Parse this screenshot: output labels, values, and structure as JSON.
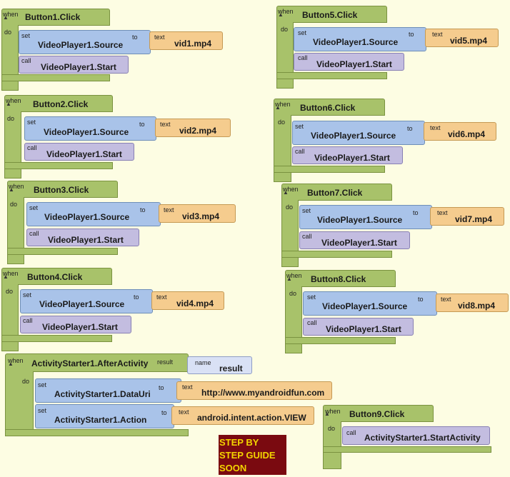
{
  "labels": {
    "when": "when",
    "do": "do",
    "set": "set",
    "to": "to",
    "call": "call",
    "text": "text",
    "name": "name",
    "result": "result"
  },
  "events": [
    {
      "name": "Button1.Click",
      "source": "VideoPlayer1.Source",
      "value": "vid1.mp4",
      "start": "VideoPlayer1.Start"
    },
    {
      "name": "Button2.Click",
      "source": "VideoPlayer1.Source",
      "value": "vid2.mp4",
      "start": "VideoPlayer1.Start"
    },
    {
      "name": "Button3.Click",
      "source": "VideoPlayer1.Source",
      "value": "vid3.mp4",
      "start": "VideoPlayer1.Start"
    },
    {
      "name": "Button4.Click",
      "source": "VideoPlayer1.Source",
      "value": "vid4.mp4",
      "start": "VideoPlayer1.Start"
    },
    {
      "name": "Button5.Click",
      "source": "VideoPlayer1.Source",
      "value": "vid5.mp4",
      "start": "VideoPlayer1.Start"
    },
    {
      "name": "Button6.Click",
      "source": "VideoPlayer1.Source",
      "value": "vid6.mp4",
      "start": "VideoPlayer1.Start"
    },
    {
      "name": "Button7.Click",
      "source": "VideoPlayer1.Source",
      "value": "vid7.mp4",
      "start": "VideoPlayer1.Start"
    },
    {
      "name": "Button8.Click",
      "source": "VideoPlayer1.Source",
      "value": "vid8.mp4",
      "start": "VideoPlayer1.Start"
    }
  ],
  "activity": {
    "name": "ActivityStarter1.AfterActivity",
    "param_name": "result",
    "set1_prop": "ActivityStarter1.DataUri",
    "set1_value": "http://www.myandroidfun.com",
    "set2_prop": "ActivityStarter1.Action",
    "set2_value": "android.intent.action.VIEW"
  },
  "button9": {
    "name": "Button9.Click",
    "call": "ActivityStarter1.StartActivity"
  },
  "banner": {
    "line1": "STEP BY",
    "line2": "STEP GUIDE",
    "line3": "SOON"
  },
  "colors": {
    "event": "#a8c26a",
    "setter": "#a9c3e9",
    "call": "#c3bde0",
    "text": "#f5cc8e",
    "banner_bg": "#7a0a10",
    "banner_fg": "#f3d400"
  }
}
